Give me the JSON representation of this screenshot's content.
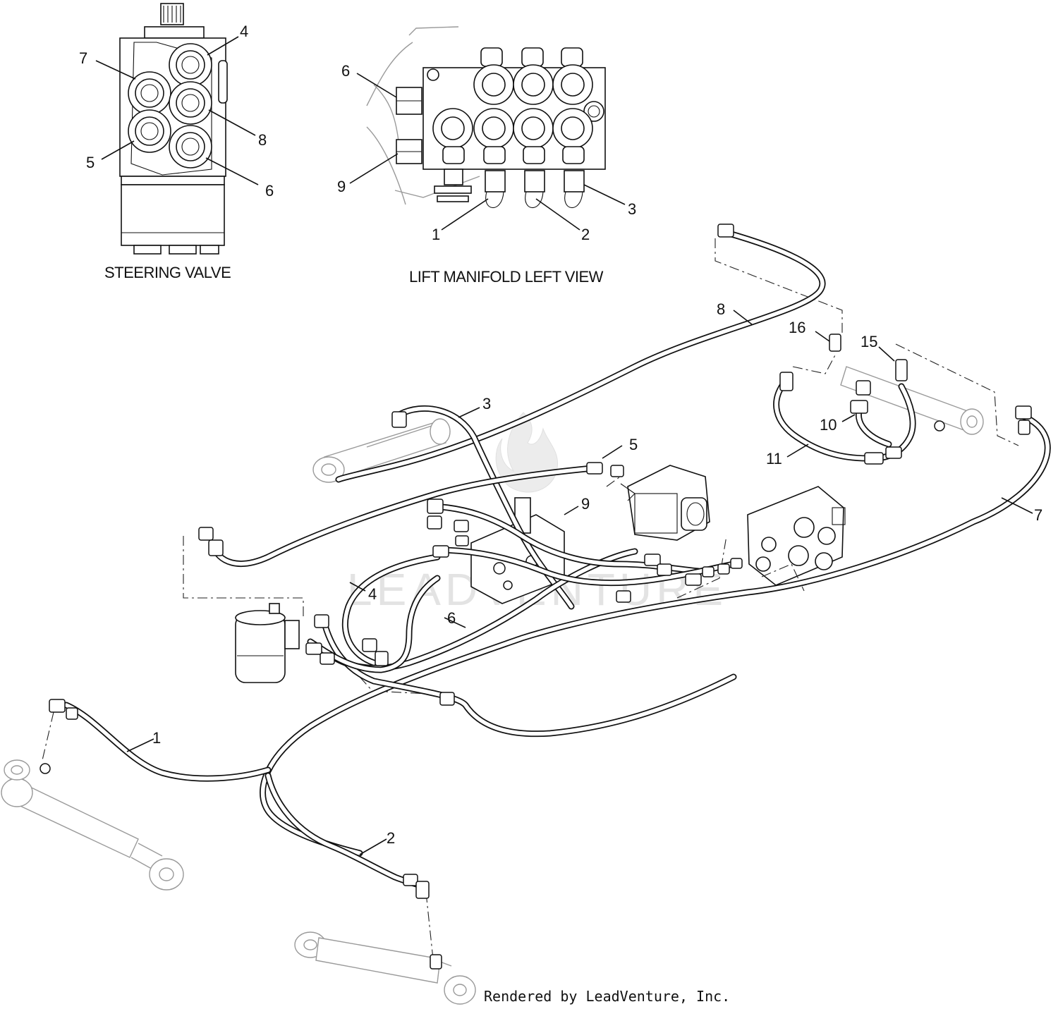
{
  "insets": {
    "steering_valve": {
      "caption": "STEERING VALVE",
      "callouts": [
        "4",
        "7",
        "8",
        "5",
        "6"
      ]
    },
    "lift_manifold": {
      "caption": "LIFT MANIFOLD LEFT VIEW",
      "callouts": [
        "6",
        "9",
        "3",
        "1",
        "2"
      ]
    }
  },
  "main_callouts": [
    "8",
    "16",
    "15",
    "3",
    "10",
    "11",
    "5",
    "9",
    "7",
    "4",
    "6",
    "1",
    "2"
  ],
  "watermark": "LEADVENTURE",
  "footer": "Rendered by LeadVenture, Inc."
}
